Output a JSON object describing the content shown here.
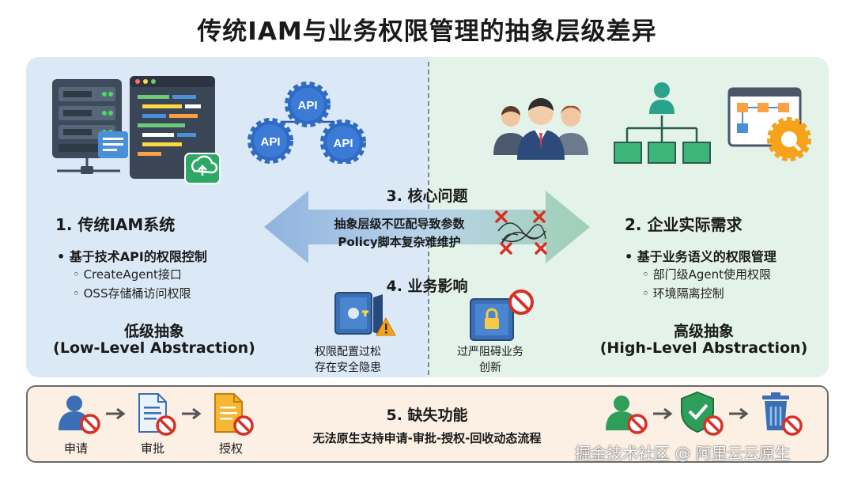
{
  "title": "传统IAM与业务权限管理的抽象层级差异",
  "left": {
    "heading": "1. 传统IAM系统",
    "bullet": "基于技术API的权限控制",
    "subs": [
      "CreateAgent接口",
      "OSS存储桶访问权限"
    ],
    "level_cn": "低级抽象",
    "level_en": "(Low-Level Abstraction)",
    "api_labels": [
      "API",
      "API",
      "API"
    ]
  },
  "right": {
    "heading": "2. 企业实际需求",
    "bullet": "基于业务语义的权限管理",
    "subs": [
      "部门级Agent使用权限",
      "环境隔离控制"
    ],
    "level_cn": "高级抽象",
    "level_en": "(High-Level Abstraction)"
  },
  "core": {
    "heading": "3. 核心问题",
    "line1": "抽象层级不匹配导致参数",
    "line2": "Policy脚本复杂难维护"
  },
  "impact": {
    "heading": "4. 业务影响",
    "left_line1": "权限配置过松",
    "left_line2": "存在安全隐患",
    "right_line1": "过严阻碍业务",
    "right_line2": "创新"
  },
  "missing": {
    "heading": "5. 缺失功能",
    "text": "无法原生支持申请-审批-授权-回收动态流程",
    "flow": [
      "申请",
      "审批",
      "授权"
    ]
  },
  "watermark": "掘金技术社区 @ 阿里云云原生",
  "colors": {
    "left_bg": "#dbe9f6",
    "right_bg": "#e3f3ea",
    "bottom_bg": "#fcefe3",
    "accent_blue": "#3a6fb5",
    "accent_green": "#2e9e5b",
    "danger": "#d93025"
  }
}
